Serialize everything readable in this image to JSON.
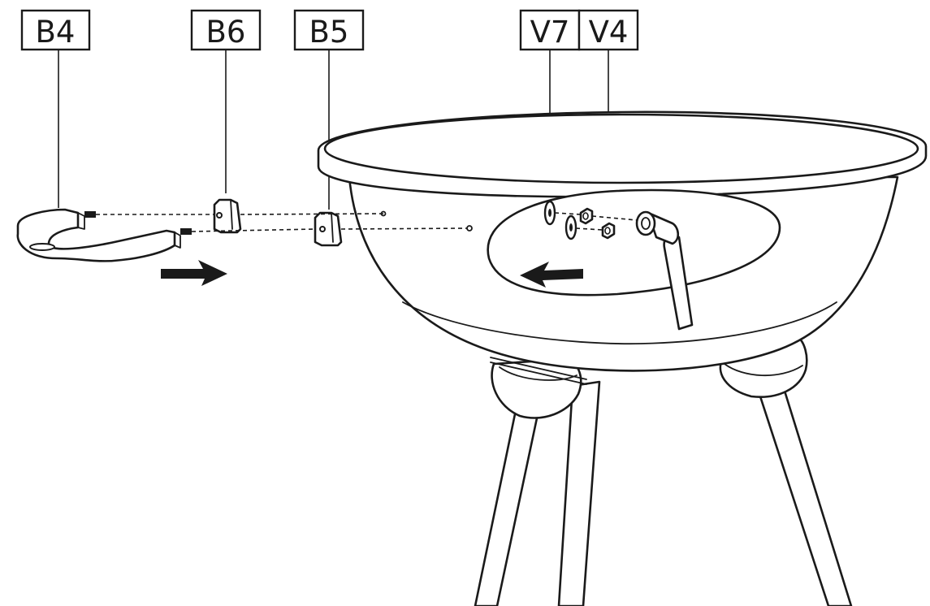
{
  "labels": {
    "b4": "B4",
    "b6": "B6",
    "b5": "B5",
    "v7": "V7",
    "v4": "V4"
  },
  "colors": {
    "line": "#1a1a1a",
    "background": "#ffffff"
  },
  "icons": {
    "arrow_right": "arrow-right-icon",
    "arrow_left": "arrow-left-icon"
  }
}
